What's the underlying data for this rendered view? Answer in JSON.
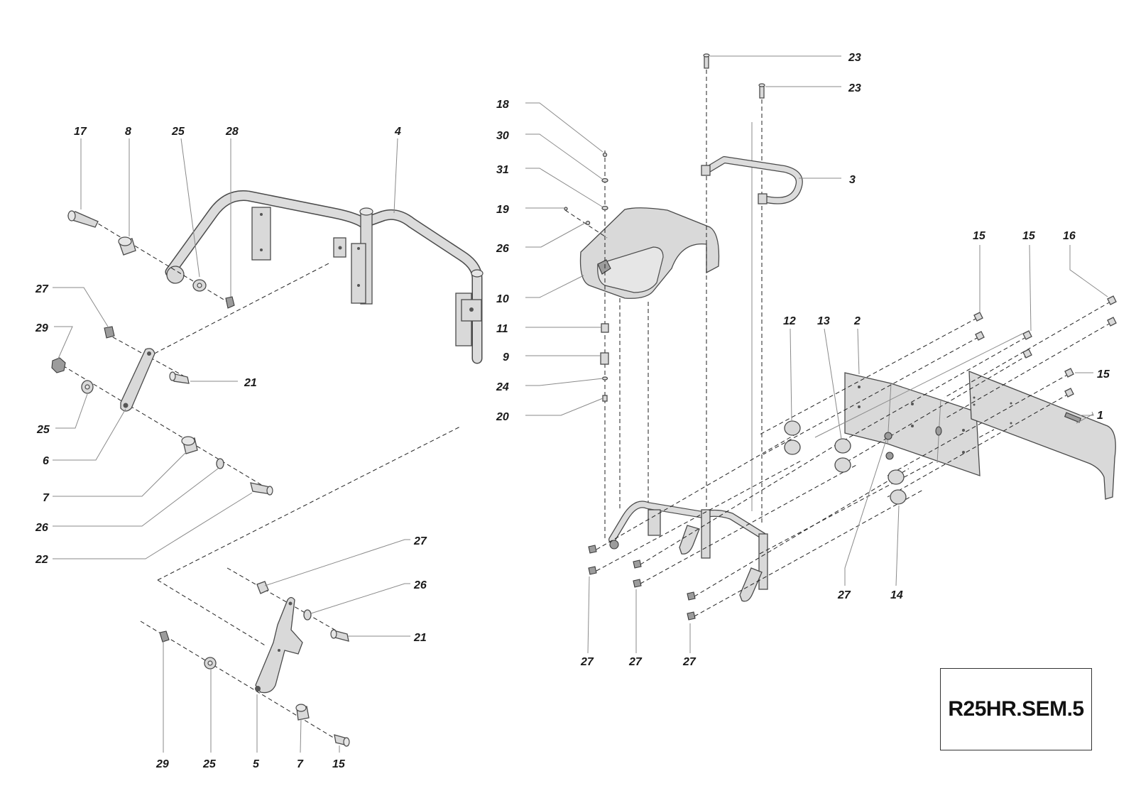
{
  "drawing": {
    "code": "R25HR.SEM.5",
    "callouts": {
      "c17": "17",
      "c8": "8",
      "c25a": "25",
      "c28": "28",
      "c4": "4",
      "c27a": "27",
      "c29a": "29",
      "c21a": "21",
      "c25b": "25",
      "c6": "6",
      "c7a": "7",
      "c26a": "26",
      "c22": "22",
      "c27b": "27",
      "c26b": "26",
      "c21b": "21",
      "c29b": "29",
      "c25c": "25",
      "c5": "5",
      "c7b": "7",
      "c15a": "15",
      "c18": "18",
      "c30": "30",
      "c31": "31",
      "c19": "19",
      "c26c": "26",
      "c10": "10",
      "c11": "11",
      "c9": "9",
      "c24": "24",
      "c20": "20",
      "c23a": "23",
      "c23b": "23",
      "c3": "3",
      "c15b": "15",
      "c15c": "15",
      "c16": "16",
      "c15d": "15",
      "c1": "1",
      "c12": "12",
      "c13": "13",
      "c2": "2",
      "c27c": "27",
      "c14": "14",
      "c27d": "27",
      "c27e": "27",
      "c27f": "27"
    }
  }
}
